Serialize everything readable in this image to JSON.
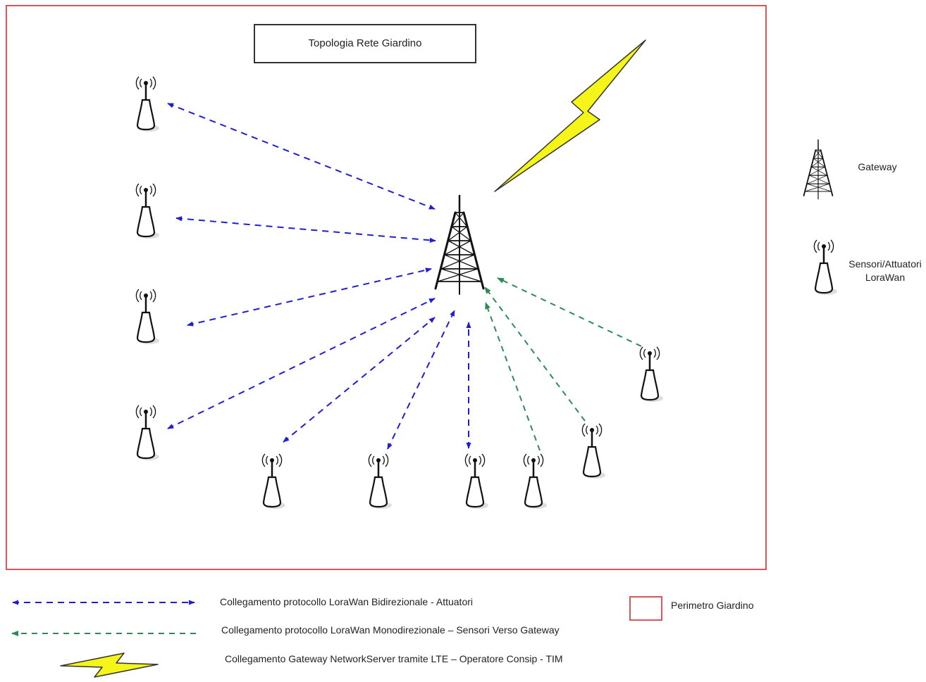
{
  "title": "Topologia Rete Giardino",
  "legend_right": {
    "gateway_label": "Gateway",
    "sensor_label_line1": "Sensori/Attuatori",
    "sensor_label_line2": "LoraWan"
  },
  "legend_bottom": {
    "bidirectional": "Collegamento protocollo LoraWan Bidirezionale - Attuatori",
    "monodirectional": "Collegamento protocollo LoraWan Monodirezionale – Sensori Verso Gateway",
    "lte": "Collegamento Gateway NetworkServer tramite LTE – Operatore Consip - TIM",
    "perimeter": "Perimetro Giardino"
  },
  "icons": {
    "gateway": "gateway-tower-icon",
    "sensor": "lorawan-sensor-icon",
    "lte": "lightning-bolt-icon"
  },
  "colors": {
    "perimeter": "#d9545c",
    "bidirectional": "#1f1fd0",
    "monodirectional": "#2e8b57",
    "lightning_fill": "#f5f51a"
  }
}
